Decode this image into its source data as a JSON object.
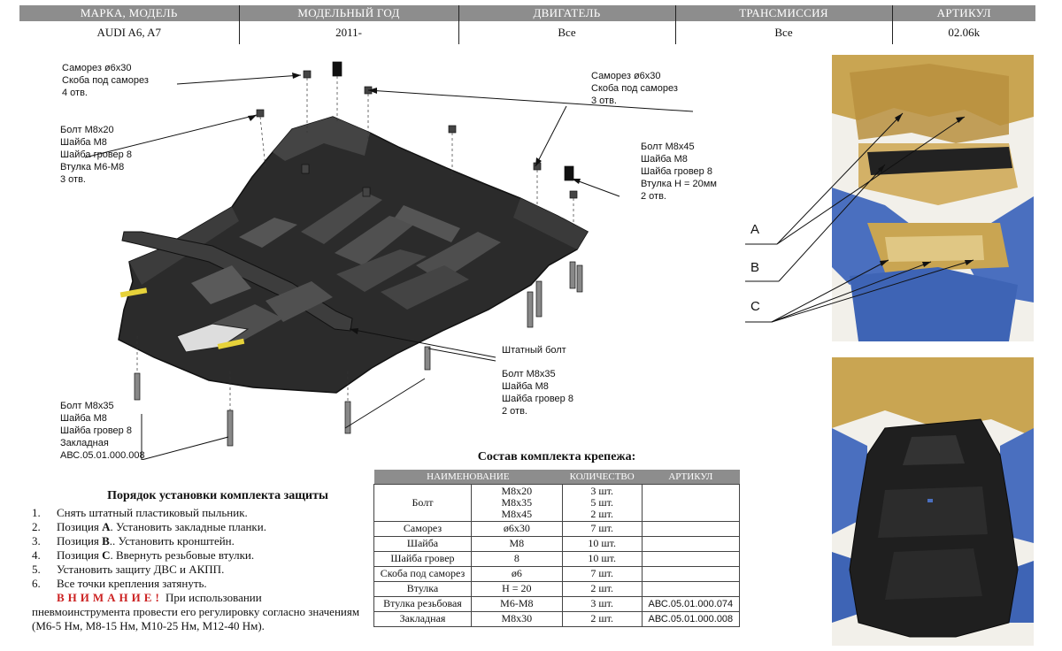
{
  "header": {
    "columns": [
      "МАРКА, МОДЕЛЬ",
      "МОДЕЛЬНЫЙ ГОД",
      "ДВИГАТЕЛЬ",
      "ТРАНСМИССИЯ",
      "АРТИКУЛ"
    ],
    "values": [
      "AUDI A6, A7",
      "2011-",
      "Все",
      "Все",
      "02.06k"
    ]
  },
  "callouts": {
    "top_left": [
      "Саморез ø6x30",
      "Скоба под саморез",
      "4 отв."
    ],
    "left_mid": [
      "Болт M8x20",
      "Шайба M8",
      "Шайба гровер 8",
      "Втулка M6-M8",
      "3 отв."
    ],
    "top_right": [
      "Саморез ø6x30",
      "Скоба под саморез",
      "3 отв."
    ],
    "right": [
      "Болт M8x45",
      "Шайба M8",
      "Шайба гровер 8",
      "Втулка H = 20мм",
      "2 отв."
    ],
    "std_bolt": "Штатный болт",
    "bottom_mid": [
      "Болт M8x35",
      "Шайба M8",
      "Шайба гровер 8",
      "2 отв."
    ],
    "bottom_left": [
      "Болт M8x35",
      "Шайба M8",
      "Шайба гровер 8",
      "Закладная",
      "АВС.05.01.000.008"
    ]
  },
  "photo_labels": [
    "A",
    "B",
    "C"
  ],
  "procedure": {
    "title": "Порядок установки комплекта защиты",
    "steps": [
      {
        "n": "1.",
        "text": "Снять штатный пластиковый пыльник."
      },
      {
        "n": "2.",
        "pre": "Позиция ",
        "bold": "А",
        "post": ". Установить закладные планки."
      },
      {
        "n": "3.",
        "pre": "Позиция ",
        "bold": "В",
        "post": ".. Установить кронштейн."
      },
      {
        "n": "4.",
        "pre": "Позиция ",
        "bold": "С",
        "post": ". Ввернуть резьбовые втулки."
      },
      {
        "n": "5.",
        "text": "Установить защиту ДВС и АКПП."
      },
      {
        "n": "6.",
        "text": "Все точки крепления затянуть."
      }
    ],
    "warning_word": "ВНИМАНИЕ!",
    "warning_lead": "При использовании",
    "warning_text": "пневмоинструмента провести его регулировку согласно значениям (М6-5 Нм, М8-15 Нм, М10-25 Нм, М12-40 Нм)."
  },
  "kit": {
    "title": "Состав комплекта крепежа:",
    "headers": [
      "НАИМЕНОВАНИЕ",
      "КОЛИЧЕСТВО",
      "АРТИКУЛ"
    ],
    "bolt": {
      "name": "Болт",
      "sizes": [
        "M8x20",
        "M8x35",
        "M8x45"
      ],
      "qty": [
        "3 шт.",
        "5 шт.",
        "2 шт."
      ]
    },
    "rows": [
      {
        "name": "Саморез",
        "spec": "ø6x30",
        "qty": "7 шт.",
        "art": ""
      },
      {
        "name": "Шайба",
        "spec": "M8",
        "qty": "10 шт.",
        "art": ""
      },
      {
        "name": "Шайба гровер",
        "spec": "8",
        "qty": "10 шт.",
        "art": ""
      },
      {
        "name": "Скоба под саморез",
        "spec": "ø6",
        "qty": "7 шт.",
        "art": ""
      },
      {
        "name": "Втулка",
        "spec": "H = 20",
        "qty": "2 шт.",
        "art": ""
      },
      {
        "name": "Втулка резьбовая",
        "spec": "M6-M8",
        "qty": "3 шт.",
        "art": "АВС.05.01.000.074"
      },
      {
        "name": "Закладная",
        "spec": "M8x30",
        "qty": "2 шт.",
        "art": "АВС.05.01.000.008"
      }
    ]
  },
  "colors": {
    "header_bg": "#8d8d8d",
    "warning": "#cc2222",
    "skid_plate": "#2b2b2b",
    "chassis_gold": "#c9a552",
    "chassis_blue": "#4a6fbf"
  }
}
